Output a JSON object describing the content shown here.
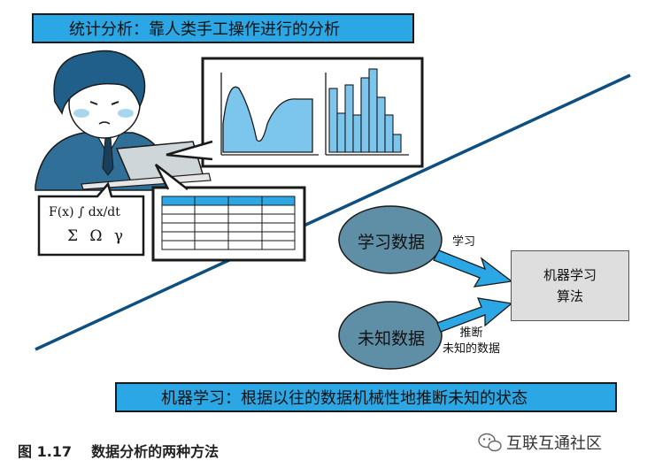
{
  "top_banner": "统计分析：靠人类手工操作进行的分析",
  "bottom_banner": "机器学习：根据以往的数据机械性地推断未知的状态",
  "formula_line1": "F(x)  ∫  dx/dt",
  "formula_line2": "Σ Ω γ",
  "learning_data": "学习数据",
  "unknown_data": "未知数据",
  "algorithm_line1": "机器学习",
  "algorithm_line2": "算法",
  "arrow_label_learn": "学习",
  "arrow_label_infer_1": "推断",
  "arrow_label_infer_2": "未知的数据",
  "caption_number": "图 1.17",
  "caption_text": "数据分析的两种方法",
  "watermark_text": "互联互通社区",
  "colors": {
    "accent_blue": "#2aa7e4",
    "chart_fill": "#7cc6ee",
    "oval_fill": "#5f8fa6",
    "diagonal_line": "#0f4f7f",
    "algo_box": "#dedede"
  }
}
